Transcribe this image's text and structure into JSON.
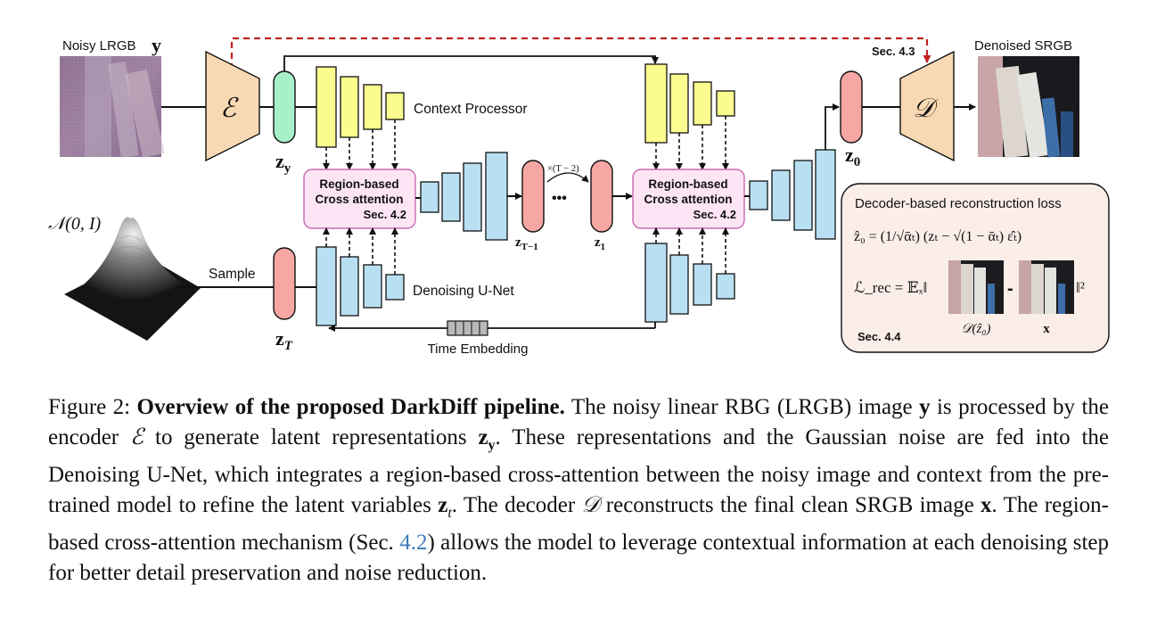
{
  "diagram": {
    "noisy_label": "Noisy LRGB",
    "noisy_symbol": "y",
    "denoised_label": "Denoised SRGB",
    "encoder_symbol": "ℰ",
    "decoder_symbol": "𝒟",
    "zy_label": "z",
    "zy_sub": "y",
    "z0_label": "z",
    "z0_sub": "0",
    "zT_label": "z",
    "zT_sub": "T",
    "ztm1_label": "z",
    "ztm1_sub": "T−1",
    "z1_label": "z",
    "z1_sub": "1",
    "loop_label": "×(T − 2)",
    "dots": "•••",
    "context_processor": "Context Processor",
    "denoising_unet": "Denoising U-Net",
    "time_embedding": "Time Embedding",
    "sample": "Sample",
    "normal_dist": "𝒩(0, I)",
    "attn_line1": "Region-based",
    "attn_line2": "Cross attention",
    "attn_sec": "Sec. 4.2",
    "sec43": "Sec. 4.3",
    "loss_title": "Decoder-based reconstruction loss",
    "loss_eq1": "ẑ₀ = (1/√ᾱₜ) (zₜ − √(1 − ᾱₜ) ε̂ₜ)",
    "loss_eq2_lhs": "ℒ_rec = 𝔼ₓ‖",
    "loss_minus": "-",
    "loss_eq2_rhs": "‖²",
    "loss_dec_label": "𝒟(ẑ₀)",
    "loss_x_label": "x",
    "loss_sec": "Sec. 4.4"
  },
  "colors": {
    "encoder": "#f9d9b4",
    "latent_green": "#a8f0c8",
    "latent_pink": "#f6a7a3",
    "context_yellow": "#fbfb8f",
    "unet_blue": "#b8e0f2",
    "attn_fill": "#fde5f6",
    "attn_border": "#c76ab0",
    "skip_red": "#c0221f",
    "loss_fill": "#fbeee9"
  },
  "caption": {
    "prefix": "Figure 2: ",
    "bold_title": "Overview of the proposed DarkDiff pipeline.",
    "t1": " The noisy linear RBG (LRGB) image ",
    "y": "y",
    "t2": " is processed by the encoder ",
    "enc": "ℰ",
    "t3": " to generate latent representations ",
    "zy": "z",
    "zy_sub": "y",
    "t4": ". These representations and the Gaussian noise are fed into the Denoising U-Net, which integrates a region-based cross-attention between the noisy image and context from the pre-trained model to refine the latent variables ",
    "zt": "z",
    "zt_sub": "t",
    "t5": ". The decoder ",
    "dec": "𝒟",
    "t6": " reconstructs the final clean SRGB image ",
    "x": "x",
    "t7": ". The region-based cross-attention mechanism (Sec. ",
    "ref": "4.2",
    "t8": ") allows the model to leverage contextual information at each denoising step for better detail preservation and noise reduction."
  }
}
